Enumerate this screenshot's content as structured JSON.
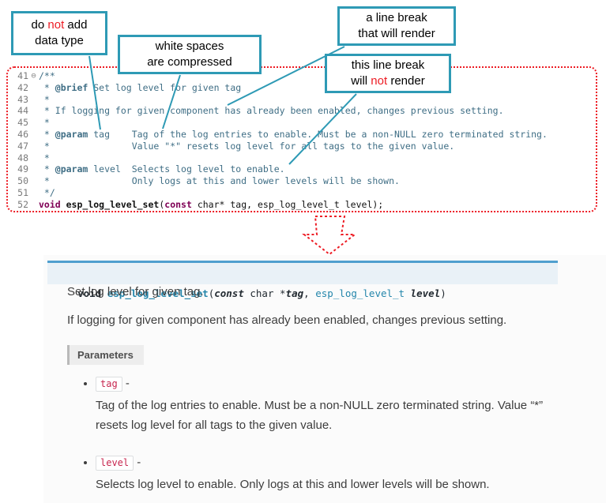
{
  "colors": {
    "callout_border": "#2e9ab5",
    "connector_line": "#2e9ab5",
    "highlight_red": "#ed1c24",
    "code_comment": "#3f6e85",
    "code_keyword": "#7f0055",
    "signature_bar_bg": "#e9f1f7",
    "signature_bar_border": "#4f9fcf",
    "signature_link": "#2486ab",
    "param_literal": "#c7254e"
  },
  "annotations": {
    "no_data_type": {
      "l1a": "do ",
      "l1b": "not",
      "l1c": " add",
      "l2": "data type"
    },
    "whitespace": {
      "l1": "white spaces",
      "l2": "are  compressed"
    },
    "break_renders": {
      "l1": "a line break",
      "l2": "that will render"
    },
    "break_not_render": {
      "l1": "this line break",
      "l2a": "will ",
      "l2b": "not",
      "l2c": " render"
    }
  },
  "code": {
    "lines": [
      {
        "num": "41",
        "fold": "⊖",
        "text": "/**"
      },
      {
        "num": "42",
        "pre": " * ",
        "tag": "@brief",
        "rest": " Set log level for given tag"
      },
      {
        "num": "43",
        "text": " *"
      },
      {
        "num": "44",
        "text": " * If logging for given component has already been enabled, changes previous setting."
      },
      {
        "num": "45",
        "text": " *"
      },
      {
        "num": "46",
        "pre": " * ",
        "tag": "@param",
        "rest": " tag    Tag of the log entries to enable. Must be a non-NULL zero terminated string."
      },
      {
        "num": "47",
        "text": " *               Value \"*\" resets log level for all tags to the given value."
      },
      {
        "num": "48",
        "text": " *"
      },
      {
        "num": "49",
        "pre": " * ",
        "tag": "@param",
        "rest": " level  Selects log level to enable."
      },
      {
        "num": "50",
        "text": " *               Only logs at this and lower levels will be shown."
      },
      {
        "num": "51",
        "text": " */"
      },
      {
        "num": "52",
        "kw1": "void ",
        "name": "esp_log_level_set",
        "p1": "(",
        "kw2": "const",
        "rest": " char* tag, esp_log_level_t level);"
      }
    ]
  },
  "docs": {
    "signature": {
      "kw": "void ",
      "name": "esp_log_level_set",
      "open": "(",
      "const_kw": "const",
      "char_part": " char *",
      "param1": "tag",
      "comma": ", ",
      "type2": "esp_log_level_t",
      "sp": " ",
      "param2": "level",
      "close": ")"
    },
    "brief": "Set log level for given tag.",
    "detail": "If logging for given component has already been enabled, changes previous setting.",
    "parameters_label": "Parameters",
    "params": [
      {
        "name": "tag",
        "sep": " -",
        "desc": "Tag of the log entries to enable. Must be a non-NULL zero terminated string. Value “*” resets log level for all tags to the given value."
      },
      {
        "name": "level",
        "sep": " -",
        "desc": "Selects log level to enable. Only logs at this and lower levels will be shown."
      }
    ]
  }
}
